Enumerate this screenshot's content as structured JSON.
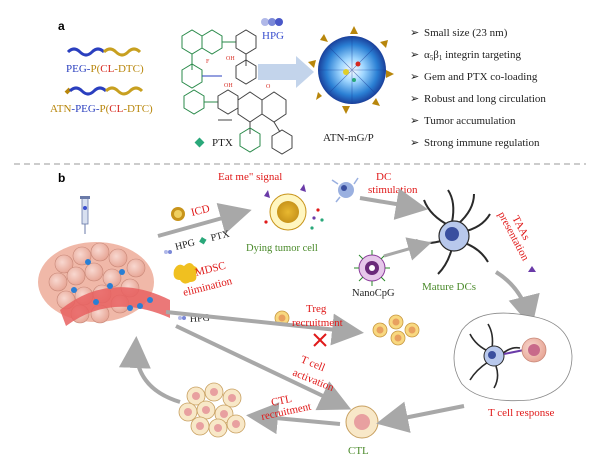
{
  "panel_a": {
    "label": "a",
    "polymer1": {
      "peg": "PEG",
      "dash": "-",
      "p_open": "P(",
      "cl": "CL",
      "dash2": "-",
      "dtc": "DTC",
      "close": ")"
    },
    "polymer2": {
      "atn": "ATN",
      "dash0": "-",
      "peg": "PEG",
      "dash": "-",
      "p_open": "P(",
      "cl": "CL",
      "dash2": "-",
      "dtc": "DTC",
      "close": ")"
    },
    "hpg_label": "HPG",
    "ptx_label": "PTX",
    "nanoparticle_label": "ATN-mG/P",
    "features": [
      "Small size (23 nm)",
      "integrin targeting",
      "Gem and PTX co-loading",
      "Robust and long circulation",
      "Tumor  accumulation",
      "Strong immune regulation"
    ],
    "alpha_beta": {
      "alpha": "α",
      "sub5": "5",
      "beta": "β",
      "sub1": "1"
    }
  },
  "panel_b": {
    "label": "b",
    "eat_me_signal": "Eat me\" signal",
    "icd": "ICD",
    "hpg_ptx": {
      "hpg": "HPG",
      "ptx": "PTX"
    },
    "dying_tumor_cell": "Dying tumor cell",
    "dc_stimulation": [
      "DC",
      "stimulation"
    ],
    "mature_dcs": "Mature DCs",
    "nanocpg": "NanoCpG",
    "taas_presentation": [
      "TAAs",
      "presentation"
    ],
    "mdsc_elimination": [
      "MDSC",
      "elimination"
    ],
    "hpg": "HPG",
    "treg_recruitment": [
      "Treg",
      "recruitment"
    ],
    "t_cell_activation": [
      "T cell",
      "activation"
    ],
    "t_cell_response": "T cell response",
    "ctl_recruitment": [
      "CTL",
      "recruitment"
    ],
    "ctl": "CTL"
  },
  "colors": {
    "peg_blue": "#2a3fbf",
    "cl_red": "#d62a20",
    "dtc_gold": "#b8860b",
    "red_text": "#e01a1a",
    "green_text": "#4a8a2a",
    "hpg_blue": "#3a4fcf",
    "ptx_green": "#2aa87a",
    "arrow_grey": "#a8a8a8",
    "dashed_divider": "#999999"
  }
}
